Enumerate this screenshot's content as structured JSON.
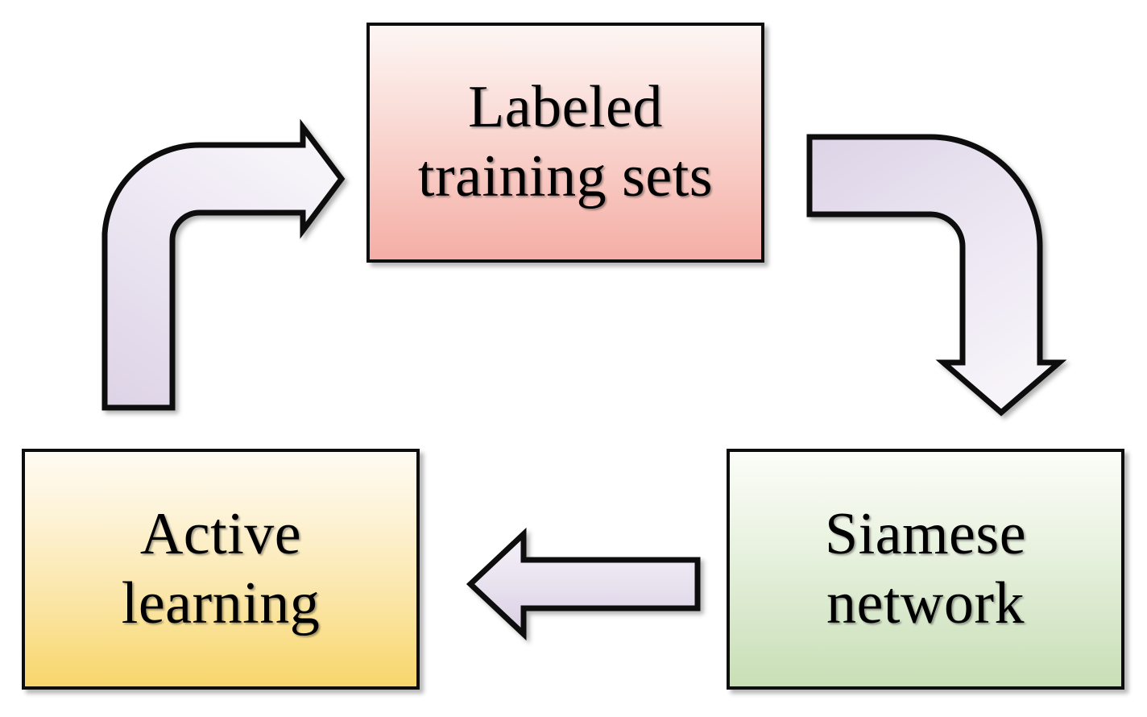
{
  "diagram": {
    "title": "Active learning cycle with Siamese network",
    "type": "cycle-flowchart",
    "background_color": "#ffffff",
    "outline_color": "#0d0d0d",
    "nodes": [
      {
        "id": "labeled-training-sets",
        "label": "Labeled\ntraining sets",
        "shape": "rectangle",
        "fill_top_color": "#fdf6f4",
        "fill_bottom_color": "#f4aea6",
        "position": "top-center"
      },
      {
        "id": "siamese-network",
        "label": "Siamese\nnetwork",
        "shape": "rectangle",
        "fill_top_color": "#fbfdf8",
        "fill_bottom_color": "#c8dfb6",
        "position": "bottom-right"
      },
      {
        "id": "active-learning",
        "label": "Active\nlearning",
        "shape": "rectangle",
        "fill_top_color": "#fefbf2",
        "fill_bottom_color": "#f8d66b",
        "position": "bottom-left"
      }
    ],
    "arrows": [
      {
        "id": "active-learning-to-labeled-training-sets",
        "from": "active-learning",
        "to": "labeled-training-sets",
        "direction": "up-then-right",
        "style": "curved-elbow-block-arrow",
        "fill_start_color": "#f3eef7",
        "fill_end_color": "#ddd3e6"
      },
      {
        "id": "labeled-training-sets-to-siamese-network",
        "from": "labeled-training-sets",
        "to": "siamese-network",
        "direction": "right-then-down",
        "style": "curved-elbow-block-arrow",
        "fill_start_color": "#ddd3e6",
        "fill_end_color": "#f3eef7"
      },
      {
        "id": "siamese-network-to-active-learning",
        "from": "siamese-network",
        "to": "active-learning",
        "direction": "left",
        "style": "straight-block-arrow",
        "fill_start_color": "#f3eef7",
        "fill_end_color": "#ddd3e6"
      }
    ]
  }
}
